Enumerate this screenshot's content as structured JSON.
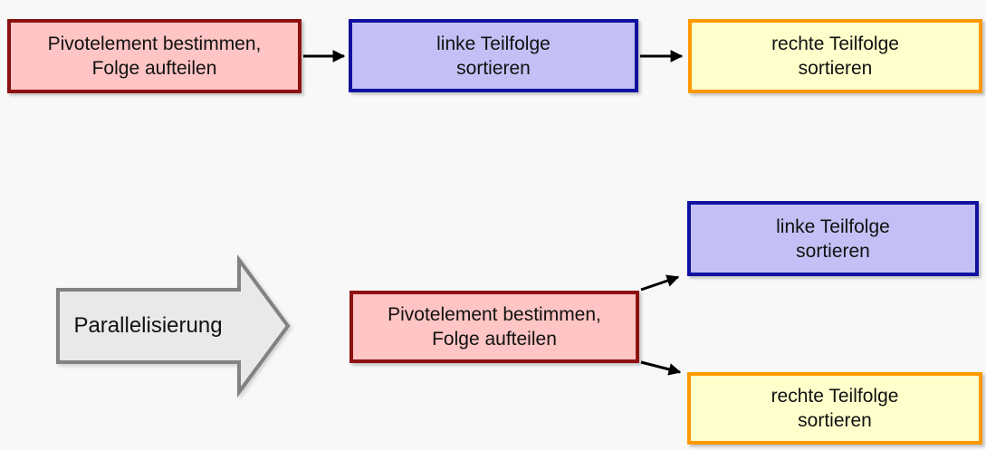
{
  "diagram": {
    "title_implied": "",
    "background": "#f8f8f8",
    "sequential_flow": {
      "pivot_box": {
        "text": "Pivotelement bestimmen,\nFolge aufteilen"
      },
      "left_box": {
        "text": "linke Teilfolge\nsortieren"
      },
      "right_box": {
        "text": "rechte Teilfolge\nsortieren"
      }
    },
    "transform": {
      "label": "Parallelisierung"
    },
    "parallel_flow": {
      "pivot_box": {
        "text": "Pivotelement bestimmen,\nFolge aufteilen"
      },
      "left_box": {
        "text": "linke Teilfolge\nsortieren"
      },
      "right_box": {
        "text": "rechte Teilfolge\nsortieren"
      }
    },
    "colors": {
      "pivot_fill": "#ffc4c4",
      "pivot_border": "#8e1111",
      "left_fill": "#c3c0f5",
      "left_border": "#1111a0",
      "right_fill": "#ffffcc",
      "right_border": "#ff9900",
      "block_arrow_fill": "#e9e9e9",
      "block_arrow_border": "#828282",
      "connector": "#000000",
      "background": "#f8f8f8"
    }
  }
}
